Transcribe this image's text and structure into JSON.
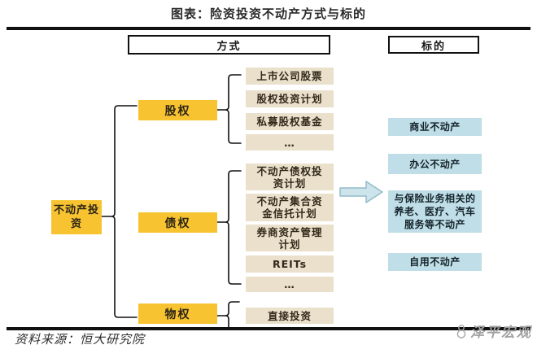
{
  "title": "图表：险资投资不动产方式与标的",
  "headers": {
    "method": "方式",
    "target": "标的"
  },
  "root": {
    "label": "不动产投资"
  },
  "categories": {
    "equity": "股权",
    "debt": "债权",
    "property": "物权"
  },
  "methods": {
    "equity": [
      "上市公司股票",
      "股权投资计划",
      "私募股权基金",
      "…"
    ],
    "debt": [
      "不动产债权投资计划",
      "不动产集合资金信托计划",
      "券商资产管理计划",
      "REITs",
      "…"
    ],
    "property": [
      "直接投资"
    ]
  },
  "targets": [
    "商业不动产",
    "办公不动产",
    "与保险业务相关的养老、医疗、汽车服务等不动产",
    "自用不动产"
  ],
  "footer": {
    "source": "资料来源：恒大研究院",
    "watermark": "泽平宏观"
  },
  "colors": {
    "category_box": "#F7C331",
    "method_box": "#EAE0CB",
    "target_box": "#BFDEE7",
    "arrow_fill": "#CCE4EA",
    "arrow_border": "#94BCCA",
    "rule": "#111111"
  }
}
